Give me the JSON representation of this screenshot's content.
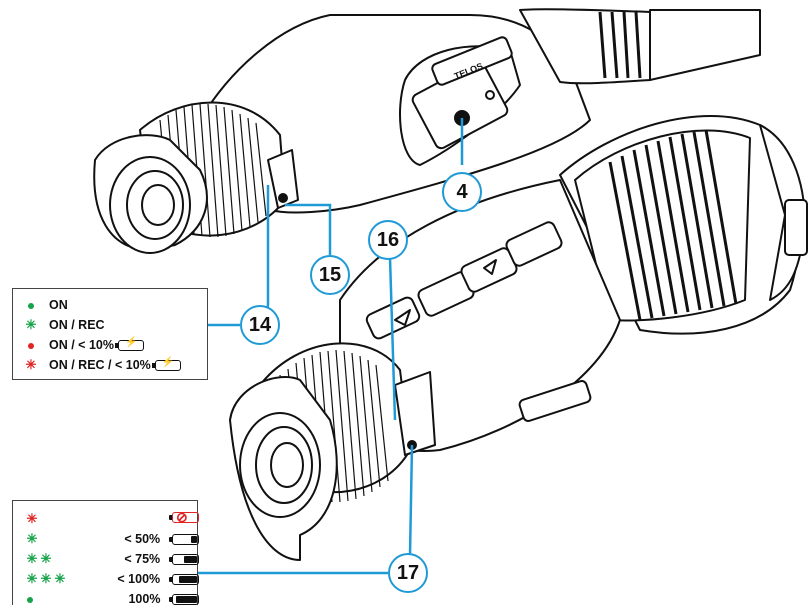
{
  "callouts": {
    "c4": "4",
    "c14": "14",
    "c15": "15",
    "c16": "16",
    "c17": "17"
  },
  "status_legend": {
    "rows": [
      {
        "label": "ON",
        "indicator": "dot",
        "color": "#17a34a"
      },
      {
        "label": "ON / REC",
        "indicator": "star",
        "color": "#17a34a"
      },
      {
        "label": "ON / < 10%",
        "indicator": "dot",
        "color": "#e02424",
        "icon": "battery-charging-icon"
      },
      {
        "label": "ON / REC / < 10%",
        "indicator": "star",
        "color": "#e02424",
        "icon": "battery-charging-icon"
      }
    ]
  },
  "battery_legend": {
    "rows": [
      {
        "label": "",
        "indicator": "star",
        "count": 1,
        "color": "#e02424",
        "icon": "battery-empty-crossed-icon",
        "fill": 0
      },
      {
        "label": "< 50%",
        "indicator": "star",
        "count": 1,
        "color": "#17a34a",
        "icon": "battery-icon",
        "fill": 0.3
      },
      {
        "label": "< 75%",
        "indicator": "star",
        "count": 2,
        "color": "#17a34a",
        "icon": "battery-icon",
        "fill": 0.6
      },
      {
        "label": "< 100%",
        "indicator": "star",
        "count": 3,
        "color": "#17a34a",
        "icon": "battery-icon",
        "fill": 0.85
      },
      {
        "label": "100%",
        "indicator": "dot",
        "count": 1,
        "color": "#17a34a",
        "icon": "battery-icon",
        "fill": 1
      }
    ]
  },
  "colors": {
    "callout_border": "#1f9ad6",
    "leader_line": "#1f9ad6",
    "indicator_green": "#17a34a",
    "indicator_red": "#e02424"
  }
}
